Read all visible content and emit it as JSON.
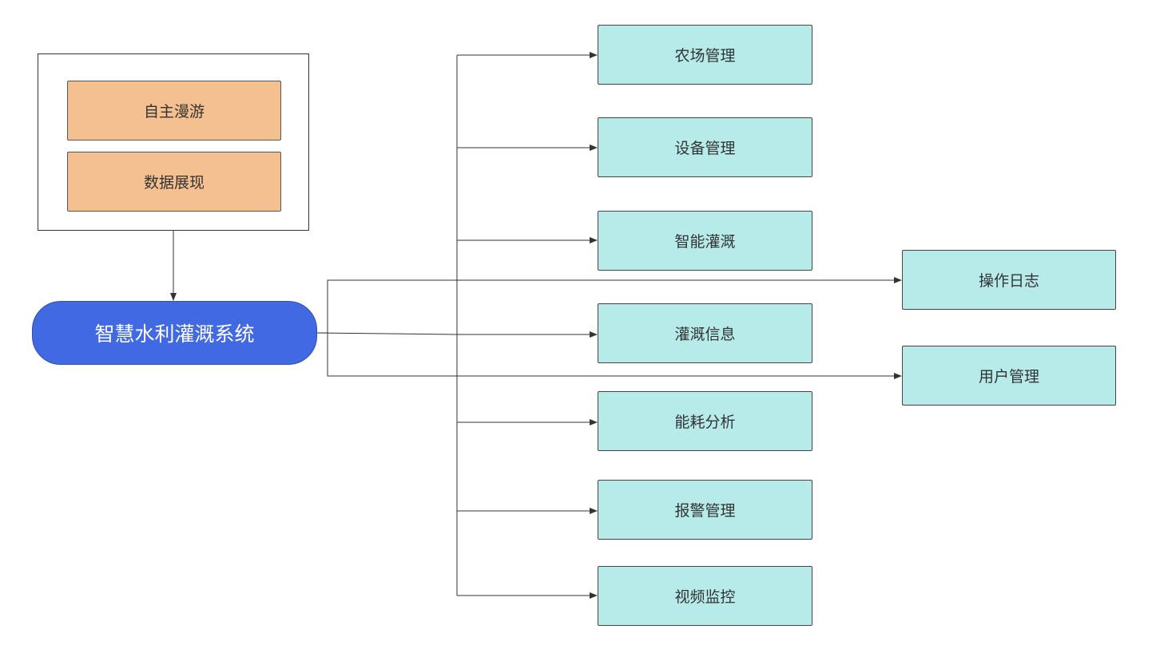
{
  "root": {
    "label": "智慧水利灌溉系统"
  },
  "group": {
    "items": [
      {
        "label": "自主漫游"
      },
      {
        "label": "数据展现"
      }
    ]
  },
  "modules": [
    {
      "label": "农场管理"
    },
    {
      "label": "设备管理"
    },
    {
      "label": "智能灌溉"
    },
    {
      "label": "灌溉信息"
    },
    {
      "label": "能耗分析"
    },
    {
      "label": "报警管理"
    },
    {
      "label": "视频监控"
    }
  ],
  "side_modules": [
    {
      "label": "操作日志"
    },
    {
      "label": "用户管理"
    }
  ],
  "colors": {
    "root_fill": "#4169e1",
    "group_item_fill": "#f5c08f",
    "module_fill": "#b6ebea",
    "line": "#333333"
  }
}
